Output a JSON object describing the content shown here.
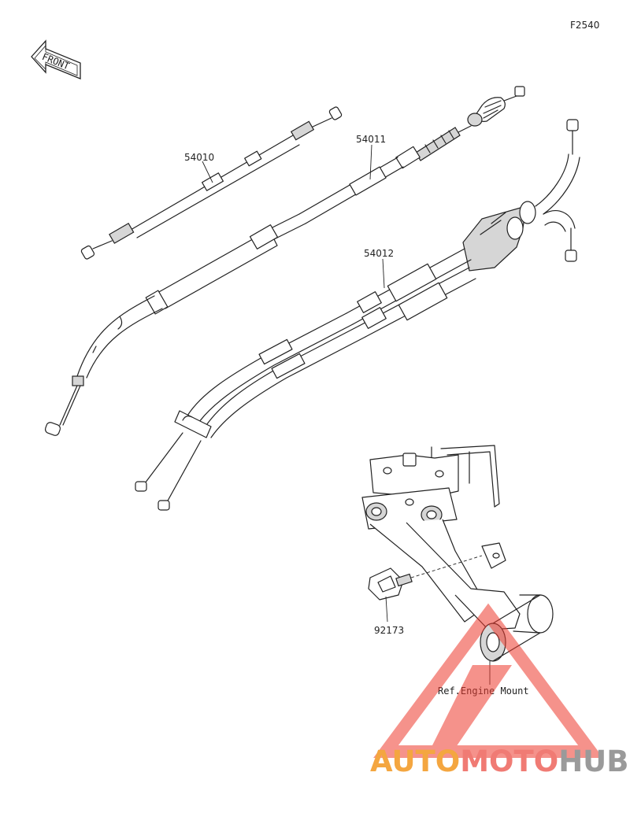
{
  "figure_code": "F2540",
  "front_label": "FRONT",
  "parts": [
    {
      "number": "54010"
    },
    {
      "number": "54011"
    },
    {
      "number": "54012"
    },
    {
      "number": "92173"
    }
  ],
  "reference_label": "Ref.Engine Mount",
  "watermark": {
    "part1": "AUTO",
    "part2": "MOTO",
    "part3": "HUB"
  }
}
